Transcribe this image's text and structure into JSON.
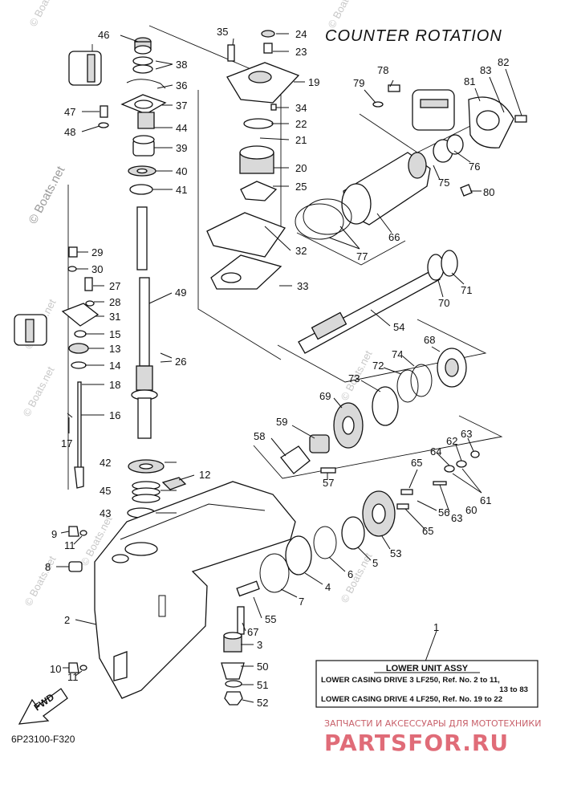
{
  "header": {
    "title": "COUNTER  ROTATION"
  },
  "diagram_code": "6P23100-F320",
  "watermarks": {
    "main": "© Boats.net",
    "repeat": "© Boats.net"
  },
  "table": {
    "title": "LOWER UNIT ASSY",
    "line1": "LOWER CASING DRIVE 3 LF250, Ref. No. 2 to 11,",
    "line2": "13 to 83",
    "line3": "LOWER CASING DRIVE 4 LF250, Ref. No. 19 to 22"
  },
  "footer": {
    "ru_text": "ЗАПЧАСТИ И АКСЕССУАРЫ ДЛЯ МОТОТЕХНИКИ",
    "brand": "PARTSFOR.RU"
  },
  "fwd_label": "FWD",
  "callouts": {
    "c1": "1",
    "c2": "2",
    "c3": "3",
    "c4": "4",
    "c5": "5",
    "c6": "6",
    "c7": "7",
    "c8": "8",
    "c9": "9",
    "c10": "10",
    "c11a": "11",
    "c11b": "11",
    "c12": "12",
    "c13": "13",
    "c14": "14",
    "c15": "15",
    "c16": "16",
    "c17": "17",
    "c18": "18",
    "c19": "19",
    "c20": "20",
    "c21": "21",
    "c22": "22",
    "c23": "23",
    "c24": "24",
    "c25": "25",
    "c26": "26",
    "c27": "27",
    "c28": "28",
    "c29": "29",
    "c30": "30",
    "c31": "31",
    "c32": "32",
    "c33": "33",
    "c34": "34",
    "c35": "35",
    "c36": "36",
    "c37": "37",
    "c38": "38",
    "c39": "39",
    "c40": "40",
    "c41": "41",
    "c42": "42",
    "c43": "43",
    "c44": "44",
    "c45": "45",
    "c46": "46",
    "c47": "47",
    "c48": "48",
    "c49": "49",
    "c50": "50",
    "c51": "51",
    "c52": "52",
    "c53": "53",
    "c54": "54",
    "c55": "55",
    "c56": "56",
    "c57": "57",
    "c58": "58",
    "c59": "59",
    "c60": "60",
    "c61": "61",
    "c62": "62",
    "c63a": "63",
    "c63b": "63",
    "c64": "64",
    "c65a": "65",
    "c65b": "65",
    "c66": "66",
    "c67": "67",
    "c68": "68",
    "c69": "69",
    "c70": "70",
    "c71": "71",
    "c72": "72",
    "c73": "73",
    "c74": "74",
    "c75": "75",
    "c76": "76",
    "c77": "77",
    "c78": "78",
    "c79": "79",
    "c80": "80",
    "c81": "81",
    "c82": "82",
    "c83": "83"
  }
}
